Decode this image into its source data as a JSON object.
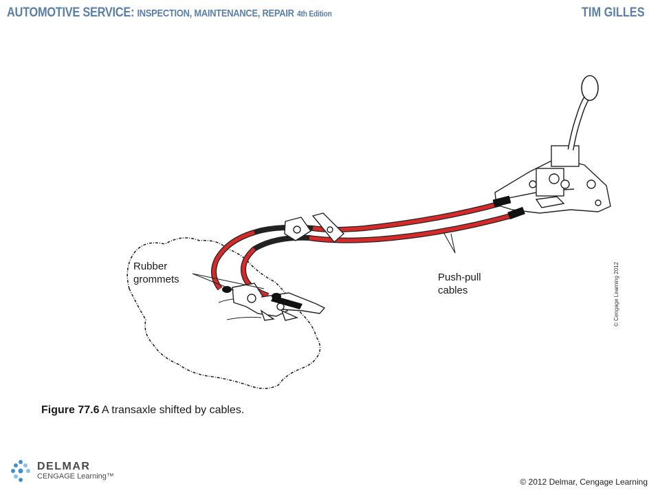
{
  "header": {
    "book_title_main": "AUTOMOTIVE SERVICE:",
    "book_title_sub": "INSPECTION, MAINTENANCE, REPAIR",
    "book_edition": "4th Edition",
    "author": "TIM GILLES"
  },
  "figure": {
    "callouts": {
      "rubber_grommets": "Rubber\ngrommets",
      "push_pull_cables": "Push-pull\ncables"
    },
    "credit": "© Cengage Learning 2012",
    "colors": {
      "cable": "#d42a2a",
      "outline": "#222222"
    }
  },
  "caption": {
    "number": "Figure 77.6",
    "text": " A transaxle shifted by cables."
  },
  "footer": {
    "logo_name": "DELMAR",
    "logo_sub": "CENGAGE Learning™",
    "copyright": "© 2012 Delmar, Cengage Learning",
    "logo_colors": [
      "#3f8fcf",
      "#8cc0e6"
    ]
  }
}
